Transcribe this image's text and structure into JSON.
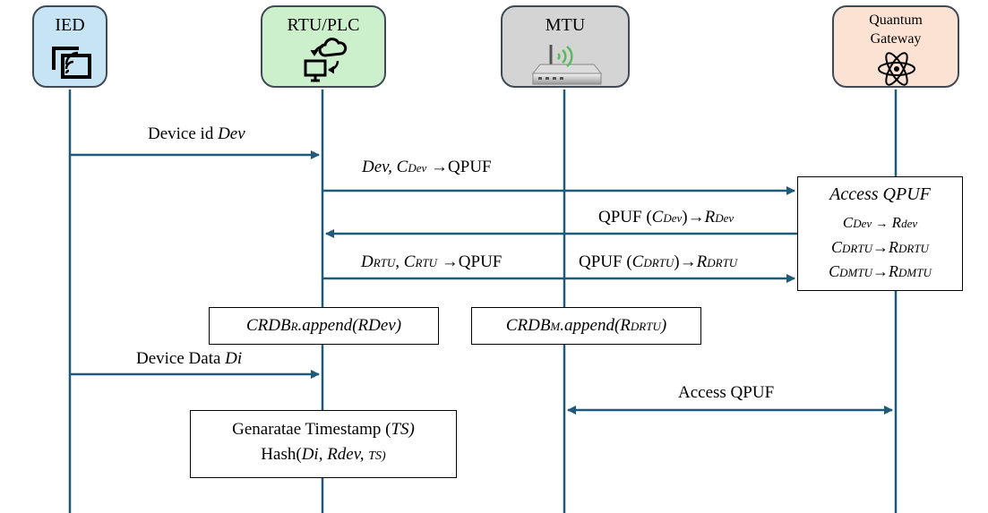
{
  "colors": {
    "ied_bg": "#c7e4f5",
    "rtu_bg": "#ccefcc",
    "mtu_bg": "#d4d4d4",
    "gateway_bg": "#fbe2d3",
    "lifeline": "#1e5a7a",
    "border": "#3f4a56",
    "wifi_green": "#5cb85c"
  },
  "lanes": [
    {
      "title": "IED",
      "icon": "cast-screen-icon"
    },
    {
      "title": "RTU/PLC",
      "icon": "cloud-sync-monitor-icon"
    },
    {
      "title": "MTU",
      "icon": "router-wifi-icon"
    },
    {
      "title": "Quantum Gateway",
      "title_line1": "Quantum",
      "title_line2": "Gateway",
      "icon": "atom-icon"
    }
  ],
  "messages": {
    "m1": {
      "text": "Device id ",
      "var": "Dev"
    },
    "m2": {
      "p1": "Dev, C",
      "p1_sub": "Dev",
      "arrow": "→",
      "p2": "QPUF"
    },
    "m3": {
      "p1": "QPUF (",
      "c": "C",
      "c_sub": "Dev",
      "close": ")",
      "arrow": "→",
      "r": "R",
      "r_sub": "Dev"
    },
    "m4a": {
      "d": "D",
      "d_sub": "RTU",
      "sep": ", ",
      "c": "C",
      "c_sub": "RTU",
      "arrow": "→",
      "p2": "QPUF"
    },
    "m4b": {
      "p1": "QPUF (",
      "c": "C",
      "c_sub": "DRTU",
      "close": ")",
      "arrow": "→",
      "r": "R",
      "r_sub": "DRTU"
    },
    "m5": {
      "text": "Device Data ",
      "var": "Di"
    },
    "m6": {
      "text": "Access QPUF"
    }
  },
  "gateway_box": {
    "title": "Access QPUF",
    "l1": {
      "c": "C",
      "c_sub": "Dev",
      "arrow": "→",
      "r": "R",
      "r_sub": "dev"
    },
    "l2": {
      "c": "C",
      "c_sub": "DRTU",
      "arrow": "→",
      "r": "R",
      "r_sub": "DRTU"
    },
    "l3": {
      "c": "C",
      "c_sub": "DMTU",
      "arrow": "→",
      "r": "R",
      "r_sub": "DMTU"
    }
  },
  "notes": {
    "rtu_append": {
      "p1": "CRDB",
      "p1_sub": "R",
      "p2": ".append(RDev)"
    },
    "mtu_append": {
      "p1": "CRDB",
      "p1_sub": "M",
      "p2": ".append(R",
      "p2_sub": "DRTU",
      "p3": ")"
    },
    "timestamp": {
      "l1a": "Genaratae Timestamp (",
      "l1b": "TS)",
      "l2a": "Hash(",
      "l2b": "Di",
      "l2c": ", ",
      "l2d": "Rdev, ",
      "l2e": "TS)"
    }
  }
}
